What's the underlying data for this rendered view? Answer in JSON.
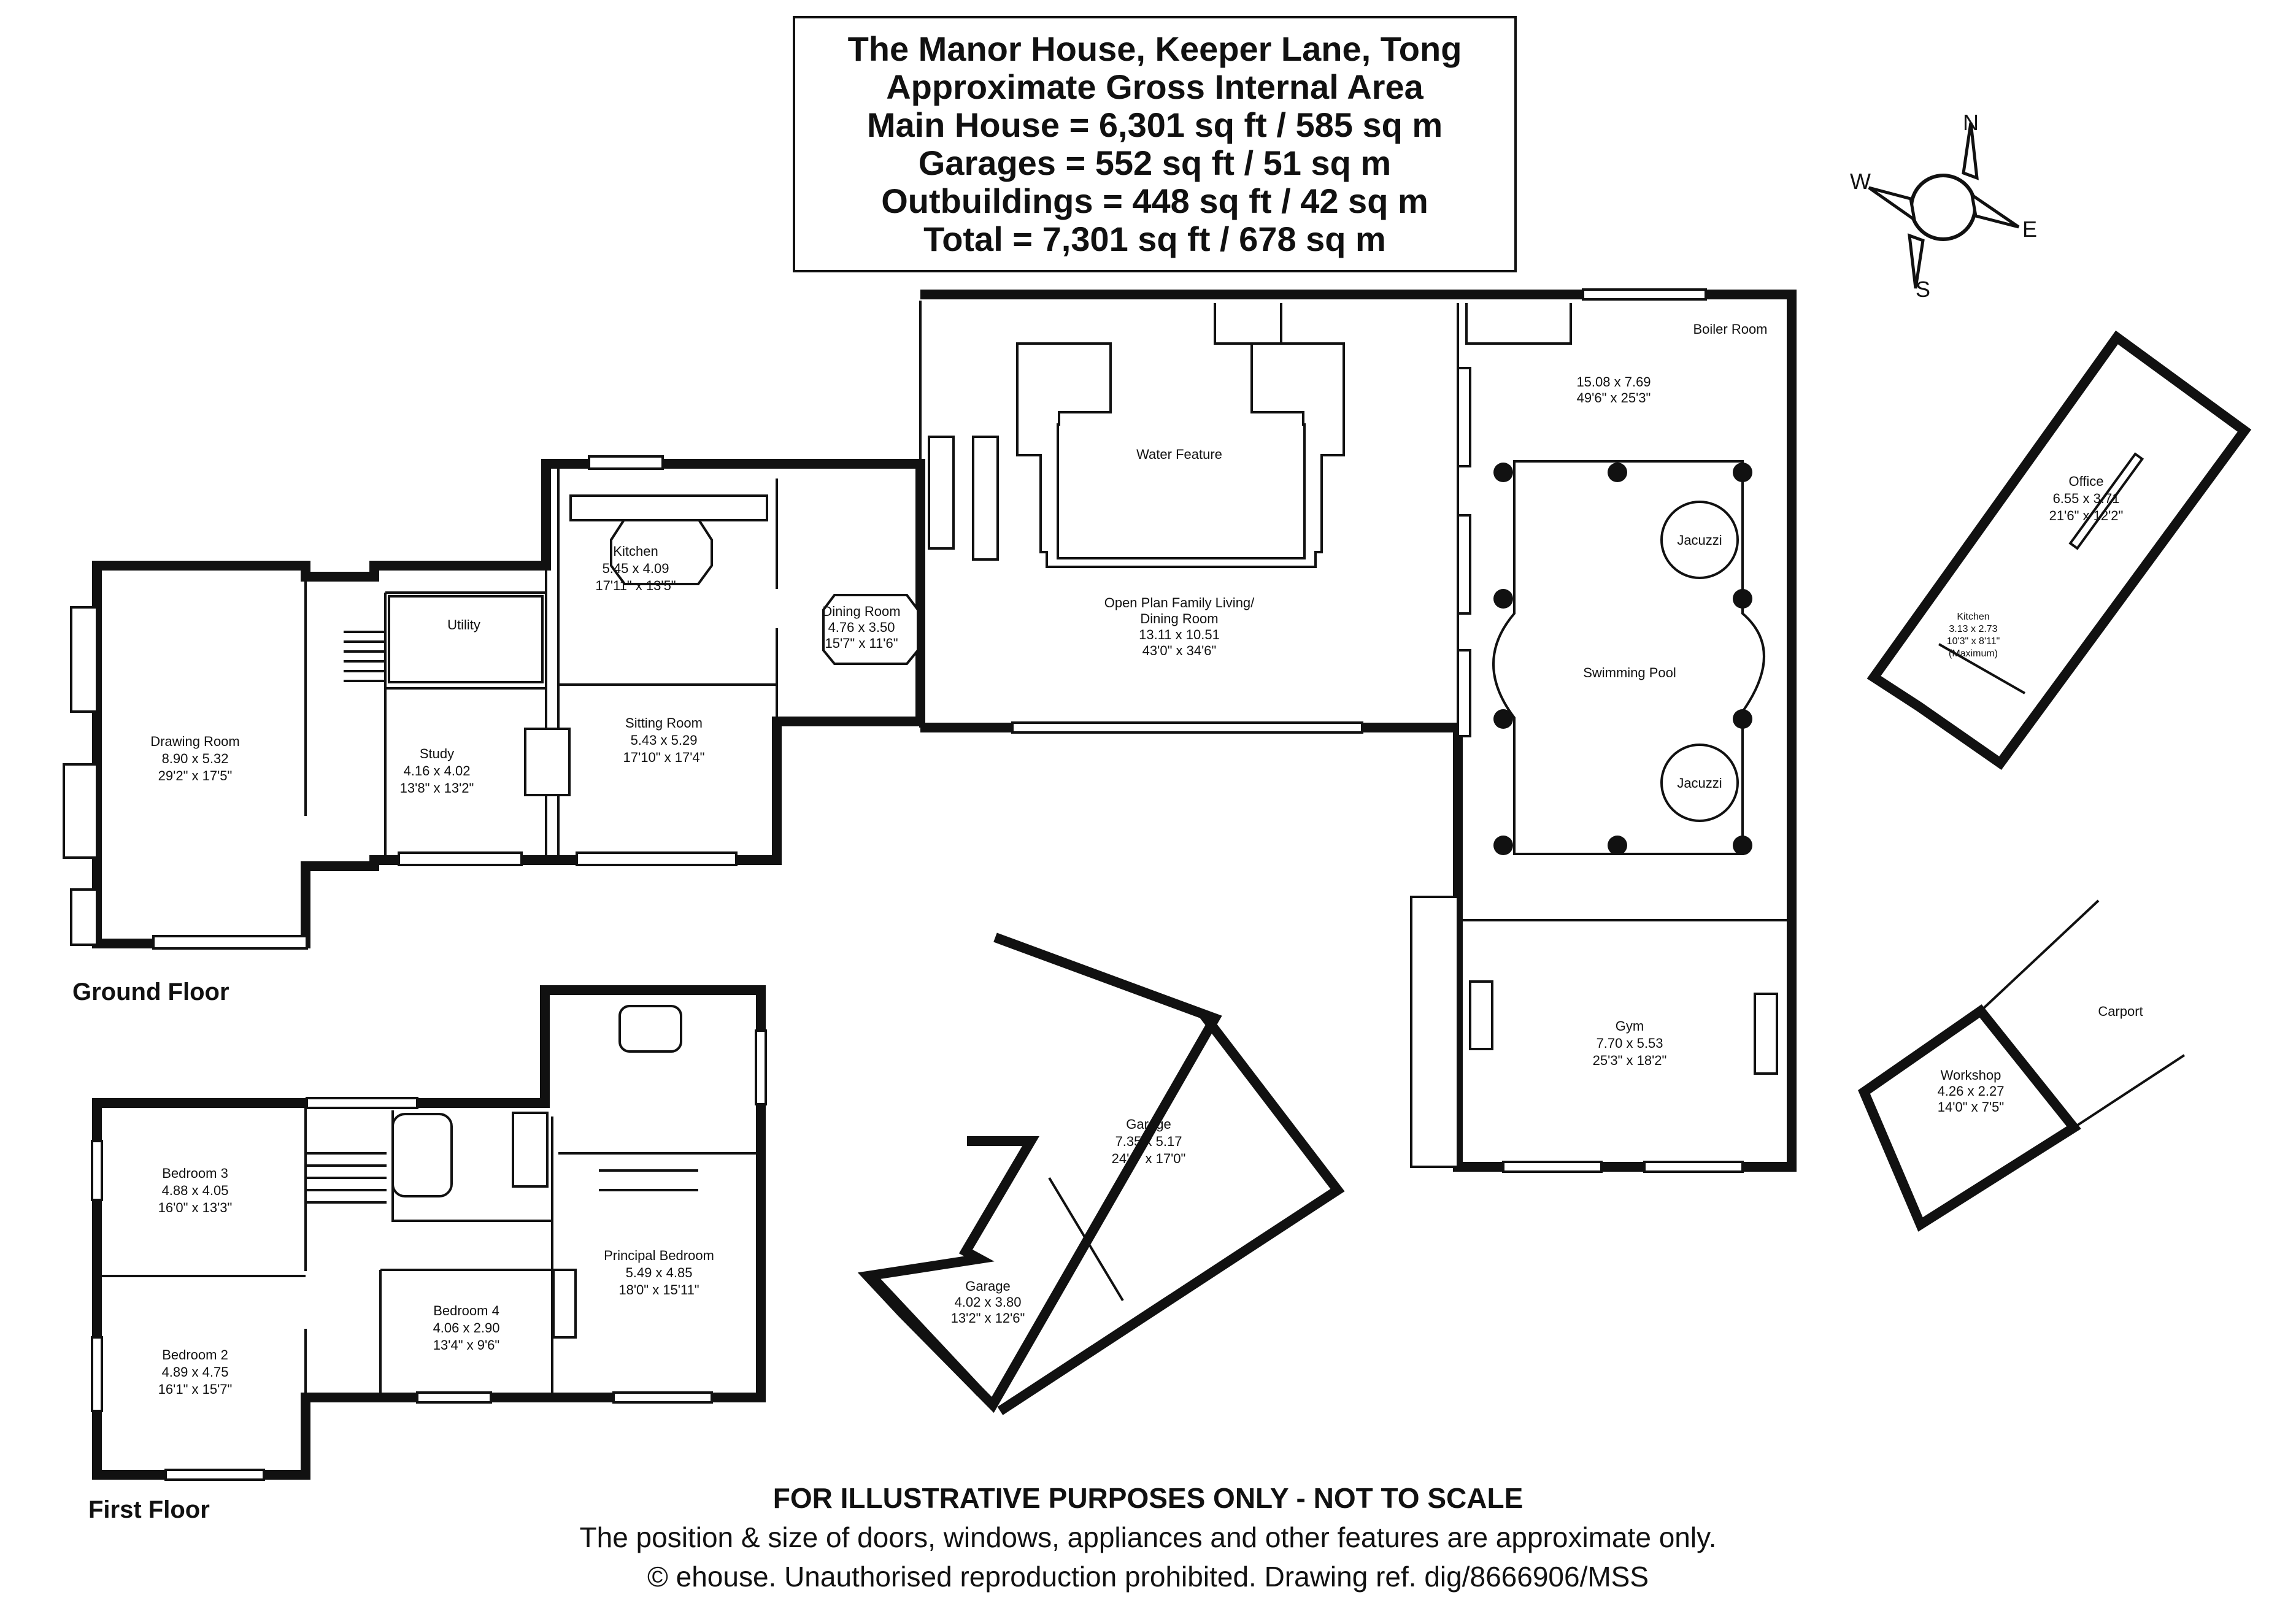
{
  "header": {
    "title": "The Manor House, Keeper Lane, Tong",
    "subtitle": "Approximate Gross Internal Area",
    "areas": [
      "Main House = 6,301 sq ft / 585 sq m",
      "Garages = 552 sq ft / 51 sq m",
      "Outbuildings = 448 sq ft / 42 sq m",
      "Total = 7,301 sq ft / 678 sq m"
    ]
  },
  "compass": {
    "n": "N",
    "e": "E",
    "s": "S",
    "w": "W"
  },
  "floors": {
    "ground": "Ground Floor",
    "first": "First Floor"
  },
  "rooms": {
    "drawing": {
      "name": "Drawing Room",
      "m": "8.90 x 5.32",
      "ft": "29'2\" x 17'5\""
    },
    "utility": {
      "name": "Utility"
    },
    "kitchen": {
      "name": "Kitchen",
      "m": "5.45 x 4.09",
      "ft": "17'11\" x 13'5\""
    },
    "dining": {
      "name": "Dining Room",
      "m": "4.76 x 3.50",
      "ft": "15'7\" x 11'6\""
    },
    "study": {
      "name": "Study",
      "m": "4.16 x 4.02",
      "ft": "13'8\" x 13'2\""
    },
    "sitting": {
      "name": "Sitting Room",
      "m": "5.43 x 5.29",
      "ft": "17'10\" x 17'4\""
    },
    "water": {
      "name": "Water Feature"
    },
    "open_plan": {
      "name": "Open Plan Family Living/",
      "name2": "Dining Room",
      "m": "13.11 x 10.51",
      "ft": "43'0\" x 34'6\""
    },
    "pool_hall": {
      "m": "15.08 x 7.69",
      "ft": "49'6\" x 25'3\""
    },
    "boiler": {
      "name": "Boiler Room"
    },
    "jacuzzi1": {
      "name": "Jacuzzi"
    },
    "jacuzzi2": {
      "name": "Jacuzzi"
    },
    "pool": {
      "name": "Swimming Pool"
    },
    "gym": {
      "name": "Gym",
      "m": "7.70 x 5.53",
      "ft": "25'3\" x 18'2\""
    },
    "garage1": {
      "name": "Garage",
      "m": "7.35 x 5.17",
      "ft": "24'1\" x 17'0\""
    },
    "garage2": {
      "name": "Garage",
      "m": "4.02 x 3.80",
      "ft": "13'2\" x 12'6\""
    },
    "office": {
      "name": "Office",
      "m": "6.55 x 3.71",
      "ft": "21'6\" x 12'2\""
    },
    "office_kitchen": {
      "name": "Kitchen",
      "m": "3.13 x 2.73",
      "ft": "10'3\" x 8'11\"",
      "note": "(Maximum)"
    },
    "workshop": {
      "name": "Workshop",
      "m": "4.26 x 2.27",
      "ft": "14'0\" x 7'5\""
    },
    "carport": {
      "name": "Carport"
    },
    "bed3": {
      "name": "Bedroom 3",
      "m": "4.88 x 4.05",
      "ft": "16'0\" x 13'3\""
    },
    "bed2": {
      "name": "Bedroom 2",
      "m": "4.89 x 4.75",
      "ft": "16'1\" x 15'7\""
    },
    "bed4": {
      "name": "Bedroom 4",
      "m": "4.06 x 2.90",
      "ft": "13'4\" x 9'6\""
    },
    "principal": {
      "name": "Principal Bedroom",
      "m": "5.49 x 4.85",
      "ft": "18'0\" x 15'11\""
    }
  },
  "footer": {
    "line1": "FOR ILLUSTRATIVE PURPOSES ONLY - NOT TO SCALE",
    "line2": "The position & size of doors, windows, appliances and other features are approximate only.",
    "line3": "© ehouse. Unauthorised reproduction prohibited. Drawing ref. dig/8666906/MSS"
  }
}
